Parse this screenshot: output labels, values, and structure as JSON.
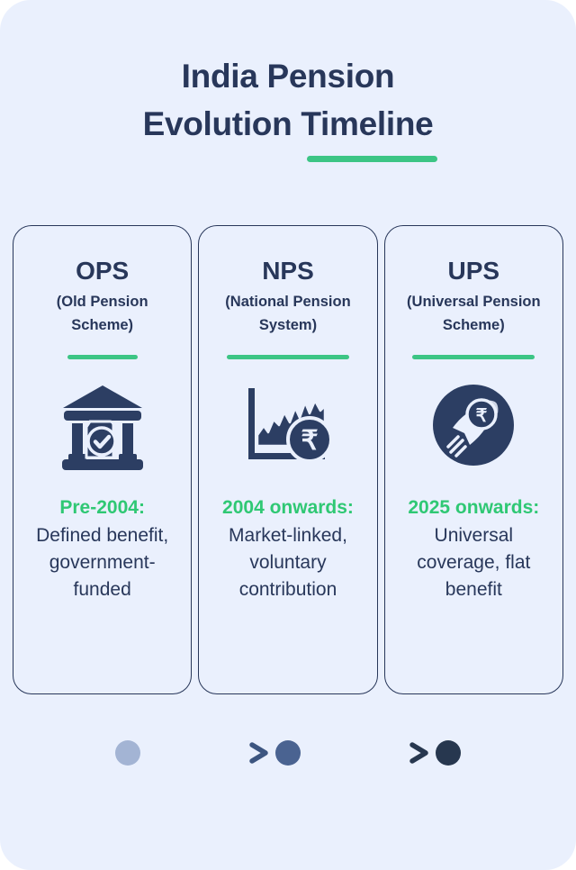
{
  "header": {
    "title_line1": "India Pension",
    "title_line2": "Evolution Timeline",
    "accent_color": "#3cc585"
  },
  "theme": {
    "background": "#eaf0fd",
    "ink": "#28375a",
    "green": "#2fc874"
  },
  "cards": [
    {
      "abbr": "OPS",
      "fullname": "(Old Pension Scheme)",
      "icon": "bank-check-icon",
      "era": "Pre-2004:",
      "description": "Defined benefit, government-funded"
    },
    {
      "abbr": "NPS",
      "fullname": "(National Pension System)",
      "icon": "market-chart-rupee-icon",
      "era": "2004 onwards:",
      "description": "Market-linked, voluntary contribution"
    },
    {
      "abbr": "UPS",
      "fullname": "(Universal Pension Scheme)",
      "icon": "rocket-rupee-icon",
      "era": "2025 onwards:",
      "description": "Universal coverage, flat benefit"
    }
  ],
  "timeline": {
    "dots": [
      {
        "name": "timeline-dot-ops",
        "color": "#a3b4d4"
      },
      {
        "name": "timeline-dot-nps",
        "color": "#4a6391"
      },
      {
        "name": "timeline-dot-ups",
        "color": "#27374f"
      }
    ],
    "connectors": [
      {
        "name": "timeline-arrow-1",
        "style": "dashed-arrow-light"
      },
      {
        "name": "timeline-arrow-2",
        "style": "dashed-arrow-dark"
      }
    ]
  }
}
